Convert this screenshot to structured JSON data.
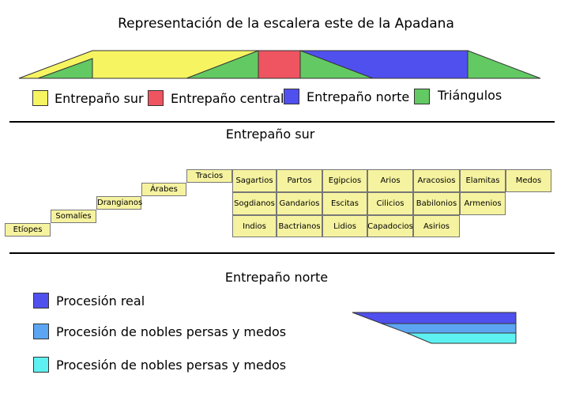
{
  "title": "Representación de la escalera este de la Apadana",
  "colors": {
    "yellow": "#f6f561",
    "red": "#ef5461",
    "blue": "#5050ee",
    "green": "#63c963",
    "light_blue": "#5ca5f2",
    "cyan": "#5ef1f1",
    "cell_fill": "#f6f3a0"
  },
  "legend_top": [
    {
      "label": "Entrepaño sur",
      "color": "#f6f561"
    },
    {
      "label": "Entrepaño central",
      "color": "#ef5461"
    },
    {
      "label": "Entrepaño norte",
      "color": "#5050ee"
    },
    {
      "label": "Triángulos",
      "color": "#63c963"
    }
  ],
  "south": {
    "title": "Entrepaño sur",
    "steps": [
      "Etíopes",
      "Somalíes",
      "Drangianos",
      "Árabes",
      "Tracios"
    ],
    "grid": [
      [
        "Sagartios",
        "Partos",
        "Egipcios",
        "Arios",
        "Aracosios",
        "Elamitas",
        "Medos"
      ],
      [
        "Sogdianos",
        "Gandarios",
        "Escitas",
        "Cilicios",
        "Babilonios",
        "Armenios"
      ],
      [
        "Indios",
        "Bactrianos",
        "Lidios",
        "Capadocios",
        "Asirios"
      ]
    ]
  },
  "north": {
    "title": "Entrepaño norte",
    "legend": [
      {
        "label": "Procesión real",
        "color": "#5050ee"
      },
      {
        "label": "Procesión de nobles persas y medos",
        "color": "#5ca5f2"
      },
      {
        "label": "Procesión de nobles persas y medos",
        "color": "#5ef1f1"
      }
    ]
  }
}
